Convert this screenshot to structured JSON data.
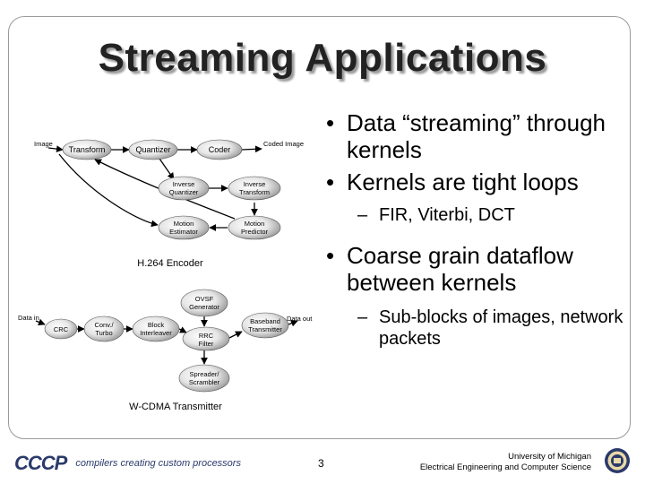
{
  "title": "Streaming Applications",
  "bullets": [
    {
      "level": 1,
      "text": "Data “streaming” through kernels"
    },
    {
      "level": 1,
      "text": "Kernels are tight loops"
    },
    {
      "level": 2,
      "text": "FIR, Viterbi, DCT"
    },
    {
      "level": 1,
      "text": "Coarse grain dataflow between kernels"
    },
    {
      "level": 2,
      "text": "Sub-blocks of images, network packets"
    }
  ],
  "h264": {
    "caption": "H.264 Encoder",
    "input_label": "Image",
    "output_label": "Coded Image",
    "kernels": {
      "transform": "Transform",
      "quantizer": "Quantizer",
      "coder": "Coder",
      "inv_quant_1": "Inverse",
      "inv_quant_2": "Quantizer",
      "inv_transform_1": "Inverse",
      "inv_transform_2": "Transform",
      "motion_est_1": "Motion",
      "motion_est_2": "Estimator",
      "motion_pred_1": "Motion",
      "motion_pred_2": "Predictor"
    }
  },
  "wcdma": {
    "caption": "W-CDMA Transmitter",
    "input_label": "Data in",
    "output_label": "Data out",
    "kernels": {
      "crc": "CRC",
      "conv_1": "Conv./",
      "conv_2": "Turbo",
      "block_1": "Block",
      "block_2": "Interleaver",
      "ovsf_1": "OVSF",
      "ovsf_2": "Generator",
      "rrc_1": "RRC",
      "rrc_2": "Filter",
      "baseband_1": "Baseband",
      "baseband_2": "Transmitter",
      "spreader_1": "Spreader/",
      "spreader_2": "Scrambler"
    }
  },
  "footer": {
    "logo_mark": "CCCP",
    "logo_tagline": "compilers creating custom processors",
    "slide_number": "3",
    "university": "University of Michigan",
    "department": "Electrical Engineering and Computer Science"
  },
  "colors": {
    "kernel_light": "#ffffff",
    "kernel_dark": "#9a9a9a",
    "frame": "#9a9a9a",
    "logo": "#2b3a6b"
  }
}
